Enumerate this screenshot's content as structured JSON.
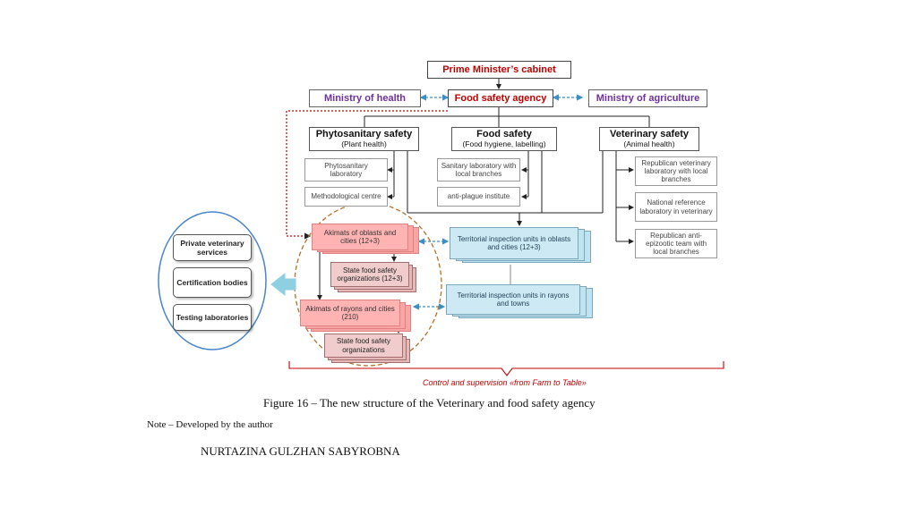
{
  "diagram": {
    "top": "Prime Minister’s cabinet",
    "ministry_health": "Ministry of health",
    "agency": "Food safety agency",
    "ministry_agriculture": "Ministry of agriculture",
    "phyto": {
      "title": "Phytosanitary safety",
      "subtitle": "(Plant health)",
      "items": [
        "Phytosanitary laboratory",
        "Methodological centre"
      ]
    },
    "food": {
      "title": "Food safety",
      "subtitle": "(Food hygiene, labelling)",
      "items": [
        "Sanitary laboratory with local branches",
        "anti-plague institute"
      ]
    },
    "vet": {
      "title": "Veterinary safety",
      "subtitle": "(Animal health)",
      "items": [
        "Republican veterinary laboratory with local branches",
        "National reference laboratory in veterinary",
        "Republican anti-epizootic team with local branches"
      ]
    },
    "akimats_oblasts": "Akimats of oblasts and cities (12+3)",
    "state_org_oblast": "State food safety organizations (12+3)",
    "akimats_rayons": "Akimats of rayons and cities (210)",
    "state_org_rayon": "State food safety organizations",
    "territorial_oblast": "Territorial inspection units in oblasts and cities (12+3)",
    "territorial_rayon": "Territorial inspection units in rayons and towns",
    "private": [
      "Private veterinary services",
      "Certification bodies",
      "Testing laboratories"
    ],
    "control": "Control and supervision «from Farm to Table»"
  },
  "caption": "Figure 16 – The new structure of the Veterinary and food safety agency",
  "note": "Note – Developed by the author",
  "author": "NURTAZINA GULZHAN SABYROBNA",
  "colors": {
    "red": "#c00000",
    "purple": "#7030a0",
    "blue_arrow": "#3a8fc4"
  }
}
